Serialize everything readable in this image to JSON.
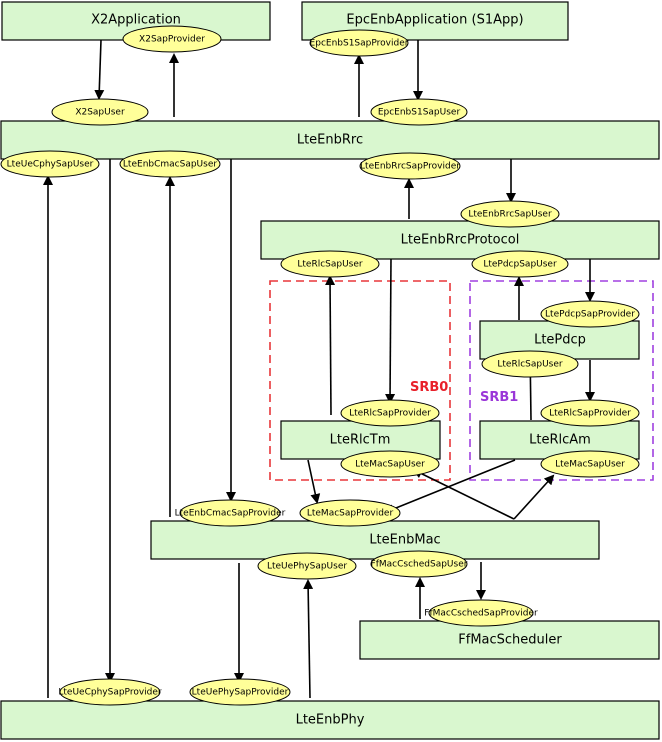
{
  "blocks": {
    "x2app": "X2Application",
    "epcapp": "EpcEnbApplication (S1App)",
    "rrc": "LteEnbRrc",
    "rrcproto": "LteEnbRrcProtocol",
    "pdcp": "LtePdcp",
    "rlctm": "LteRlcTm",
    "rlcam": "LteRlcAm",
    "mac": "LteEnbMac",
    "sched": "FfMacScheduler",
    "phy": "LteEnbPhy"
  },
  "regions": {
    "srb0": "SRB0",
    "srb1": "SRB1"
  },
  "saps": {
    "x2provider": "X2SapProvider",
    "x2user": "X2SapUser",
    "epcprovider": "EpcEnbS1SapProvider",
    "epcuser": "EpcEnbS1SapUser",
    "uecphyuser": "LteUeCphySapUser",
    "cmacuser": "LteEnbCmacSapUser",
    "rrcsapprovider": "LteEnbRrcSapProvider",
    "rrcsapuser": "LteEnbRrcSapUser",
    "rlcuser_tm": "LteRlcSapUser",
    "pdcpuser": "LtePdcpSapUser",
    "pdcpprovider": "LtePdcpSapProvider",
    "rlcuser_am": "LteRlcSapUser",
    "rlcprovider_tm": "LteRlcSapProvider",
    "rlcprovider_am": "LteRlcSapProvider",
    "macuser_tm": "LteMacSapUser",
    "macuser_am": "LteMacSapUser",
    "cmacprovider": "LteEnbCmacSapProvider",
    "macprovider": "LteMacSapProvider",
    "uephyuser": "LteUePhySapUser",
    "cscheduser": "FfMacCschedSapUser",
    "cschedprovider": "FfMacCschedSapProvider",
    "uecphyprovider": "LteUeCphySapProvider",
    "uephyprovider": "LteUePhySapProvider"
  }
}
